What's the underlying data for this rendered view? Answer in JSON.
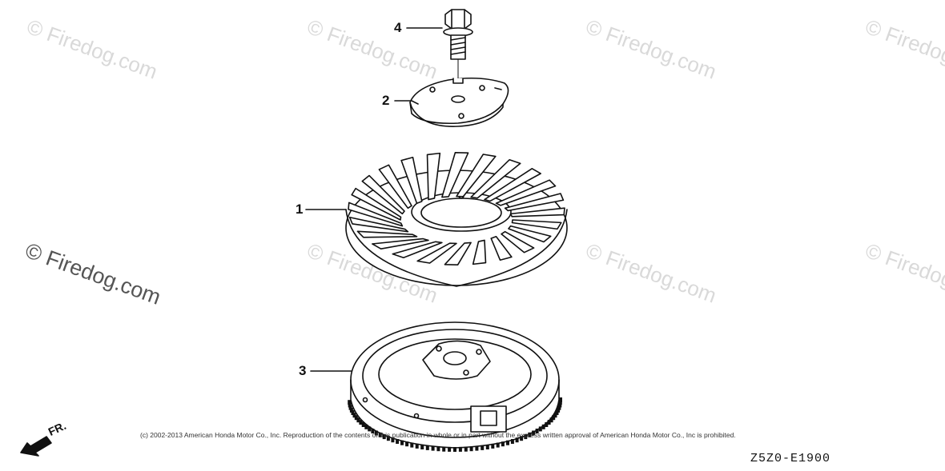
{
  "watermark": {
    "text": "© Firedog.com",
    "color": "#d9d9d9",
    "dark_color": "#555555"
  },
  "callouts": [
    {
      "number": "4"
    },
    {
      "number": "2"
    },
    {
      "number": "1"
    },
    {
      "number": "3"
    }
  ],
  "direction_label": "FR.",
  "copyright": "(c) 2002-2013 American Honda Motor Co., Inc. Reproduction of the contents of this publication in whole or in part without the express written approval of American Honda Motor Co., Inc is prohibited.",
  "diagram_code": "Z5Z0-E1900",
  "parts_icons": [
    "bolt-icon",
    "plate-icon",
    "cooling-fan-icon",
    "flywheel-icon"
  ]
}
